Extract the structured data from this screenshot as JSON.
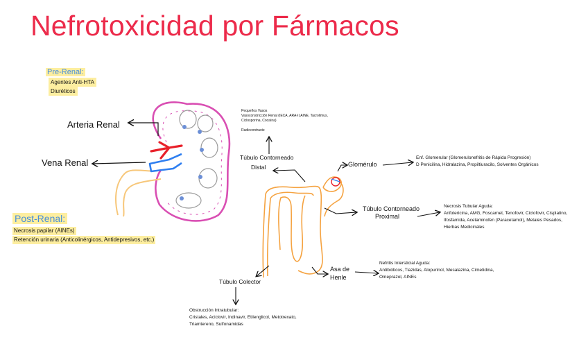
{
  "title": "Nefrotoxicidad por Fármacos",
  "pre_renal": {
    "heading": "Pre-Renal:",
    "items": [
      "Agentes Anti-HTA",
      "Diuréticos"
    ]
  },
  "post_renal": {
    "heading": "Post-Renal:",
    "items": [
      "Necrosis papilar (AINEs)",
      "Retención urinaria (Anticolinérgicos, Antidepresivos, etc.)"
    ]
  },
  "kidney_labels": {
    "arteria": "Arteria Renal",
    "vena": "Vena Renal"
  },
  "tubulo_distal": {
    "label_line1": "Túbulo Contorneado",
    "label_line2": "Distal",
    "notes": [
      "Pequeños Vasos",
      "Vasoconstricción Renal (IECA, ARA-II,AINE, Tacrolimus,",
      "Ciclosporina, Cocaína)",
      "",
      "Radiocontraste"
    ]
  },
  "glomerulo": {
    "label": "Glomérulo",
    "notes": [
      "Enf. Glomerular (Glomerulonefritis de Rápida Progresión)",
      "D Penicilina, Hidralazina, Propiltiuracilo, Solventes Orgánicos"
    ]
  },
  "tubulo_proximal": {
    "label_line1": "Túbulo Contorneado",
    "label_line2": "Proximal",
    "notes": [
      "Necrosis Tubular Aguda:",
      "Anfotericina, AMG, Foscarnet, Tenofovir, Ciclofovir, Cisplatino,",
      "Ifosfamida, Acetaminofen (Paracetamol), Metales Pesados,",
      "Hierbas Medicinales"
    ]
  },
  "asa_henle": {
    "label_line1": "Asa de",
    "label_line2": "Henle",
    "notes": [
      "Nefritis Intersticial Aguda:",
      "Antibióticos, Tiazidas, Alopurinol, Mesalazina, Cimetidina,",
      "Omeprazol, AINEs"
    ]
  },
  "tubulo_colector": {
    "label": "Túbulo Colector",
    "notes": [
      "Obstrucción Intratubular:",
      "Cristales, Aciclovir, Indinavir, Etilenglicol, Metotrexato,",
      "Triamtereno, Sulfonamidas"
    ]
  },
  "colors": {
    "title": "#ec2a4a",
    "highlight": "#fdeea0",
    "heading_blue": "#4a8fd8",
    "kidney_outline": "#d94fb3",
    "ureter": "#f7c77a",
    "artery": "#e8202a",
    "vein": "#2f7ff0",
    "nephron": "#f5a341"
  }
}
